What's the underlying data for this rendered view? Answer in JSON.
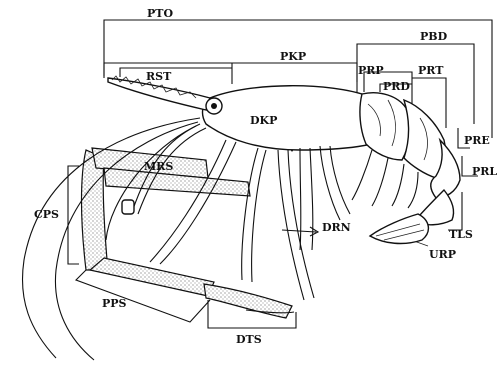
{
  "labels": {
    "pto": "PTO",
    "pbd": "PBD",
    "pkp": "PKP",
    "prp": "PRP",
    "rst": "RST",
    "prd": "PRD",
    "prt": "PRT",
    "dkp": "DKP",
    "pre": "PRE",
    "prl": "PRL",
    "mrs": "MRS",
    "cps": "CPS",
    "drn": "DRN",
    "tls": "TLS",
    "urp": "URP",
    "pps": "PPS",
    "dts": "DTS"
  }
}
